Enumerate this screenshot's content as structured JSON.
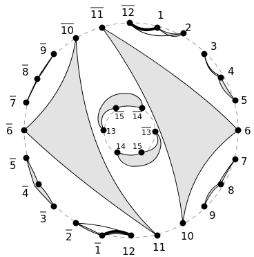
{
  "diagram": {
    "outer_labels": [
      {
        "id": "o1",
        "text": "1",
        "bar": false
      },
      {
        "id": "o2",
        "text": "2",
        "bar": false
      },
      {
        "id": "o3",
        "text": "3",
        "bar": false
      },
      {
        "id": "o4",
        "text": "4",
        "bar": false
      },
      {
        "id": "o5",
        "text": "5",
        "bar": false
      },
      {
        "id": "o6",
        "text": "6",
        "bar": false
      },
      {
        "id": "o7",
        "text": "7",
        "bar": false
      },
      {
        "id": "o8",
        "text": "8",
        "bar": false
      },
      {
        "id": "o9",
        "text": "9",
        "bar": false
      },
      {
        "id": "o10",
        "text": "10",
        "bar": false
      },
      {
        "id": "o11",
        "text": "11",
        "bar": false
      },
      {
        "id": "o12",
        "text": "12",
        "bar": false
      },
      {
        "id": "ob1",
        "text": "1",
        "bar": true
      },
      {
        "id": "ob2",
        "text": "2",
        "bar": true
      },
      {
        "id": "ob3",
        "text": "3",
        "bar": true
      },
      {
        "id": "ob4",
        "text": "4",
        "bar": true
      },
      {
        "id": "ob5",
        "text": "5",
        "bar": true
      },
      {
        "id": "ob6",
        "text": "6",
        "bar": true
      },
      {
        "id": "ob7",
        "text": "7",
        "bar": true
      },
      {
        "id": "ob8",
        "text": "8",
        "bar": true
      },
      {
        "id": "ob9",
        "text": "9",
        "bar": true
      },
      {
        "id": "ob10",
        "text": "10",
        "bar": true
      },
      {
        "id": "ob11",
        "text": "11",
        "bar": true
      },
      {
        "id": "ob12",
        "text": "12",
        "bar": true
      }
    ],
    "inner_labels": [
      {
        "id": "i15b",
        "text": "15",
        "bar": true
      },
      {
        "id": "i14b",
        "text": "14",
        "bar": true
      },
      {
        "id": "i13",
        "text": "13",
        "bar": false
      },
      {
        "id": "i13b",
        "text": "13",
        "bar": true
      },
      {
        "id": "i14",
        "text": "14",
        "bar": false
      },
      {
        "id": "i15",
        "text": "15",
        "bar": false
      }
    ],
    "colors": {
      "region_fill": "#e3e3e3",
      "stroke": "#000000",
      "dashed_circle": "#9a9a9a"
    }
  }
}
